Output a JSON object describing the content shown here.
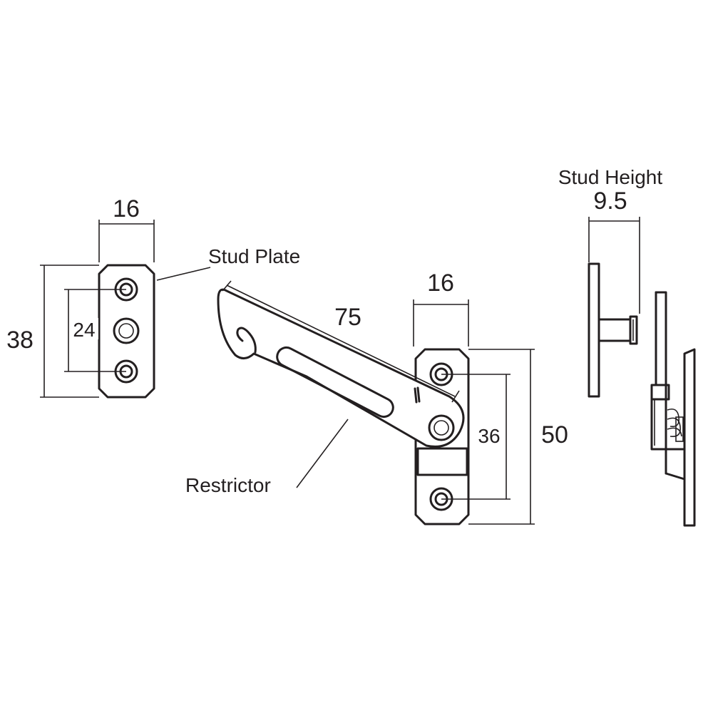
{
  "labels": {
    "stud_plate": "Stud Plate",
    "restrictor": "Restrictor",
    "stud_height_title": "Stud Height"
  },
  "dimensions": {
    "stud_plate_width": "16",
    "stud_plate_height": "38",
    "stud_plate_hole_spacing": "24",
    "restrictor_length": "75",
    "restrictor_plate_width": "16",
    "restrictor_plate_hole_spacing": "36",
    "restrictor_plate_height": "50",
    "stud_height": "9.5"
  },
  "colors": {
    "line": "#231f20",
    "background": "#ffffff"
  }
}
